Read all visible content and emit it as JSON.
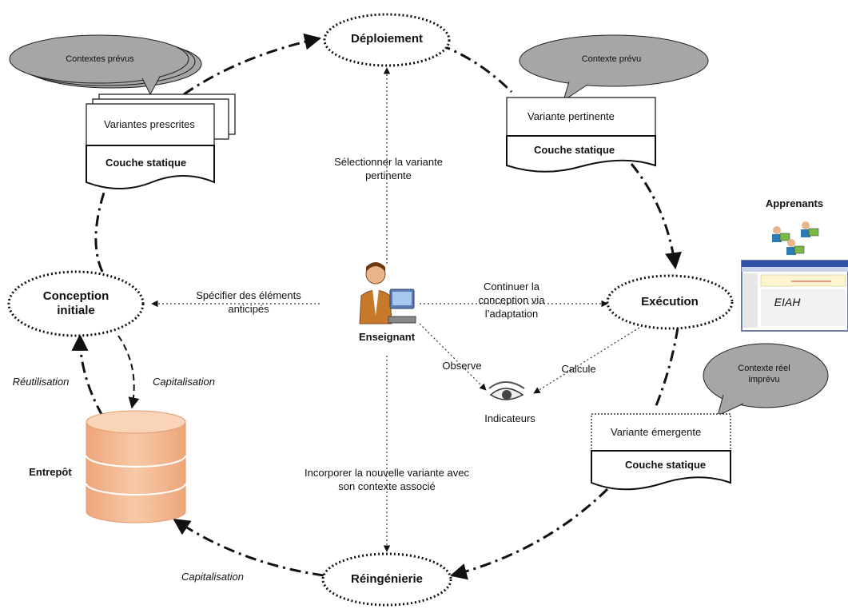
{
  "nodes": {
    "deploiement": "Déploiement",
    "conception_initiale": "Conception initiale",
    "execution": "Exécution",
    "reingenierie": "Réingénierie"
  },
  "bubbles": {
    "contextes_prevus": "Contextes prévus",
    "contexte_prevu": "Contexte prévu",
    "contexte_reel": "Contexte réel imprévu"
  },
  "documents": {
    "variantes_prescrites": "Variantes prescrites",
    "variante_pertinente": "Variante pertinente",
    "variante_emergente": "Variante émergente",
    "couche_statique": "Couche statique"
  },
  "labels": {
    "selectionner": "Sélectionner la variante pertinente",
    "specifier": "Spécifier des éléments anticipés",
    "continuer": "Continuer la conception via l’adaptation",
    "enseignant": "Enseignant",
    "observe": "Observe",
    "calcule": "Calcule",
    "indicateurs": "Indicateurs",
    "incorporer": "Incorporer la nouvelle variante avec son contexte associé",
    "reutilisation": "Réutilisation",
    "capitalisation": "Capitalisation",
    "capitalisation_bottom": "Capitalisation",
    "entrepot": "Entrepôt",
    "apprenants": "Apprenants",
    "eiah": "EIAH"
  },
  "icons": {
    "teacher": "teacher-at-computer-icon",
    "eye": "eye-icon",
    "learners": "learners-at-computers-icon",
    "database": "database-cylinder-icon",
    "screen": "eiah-screenshot-icon"
  },
  "colors": {
    "bubble_fill": "#a6a6a6",
    "db_fill": "#f3b992",
    "db_stroke": "#e39a6e",
    "line": "#111111"
  }
}
